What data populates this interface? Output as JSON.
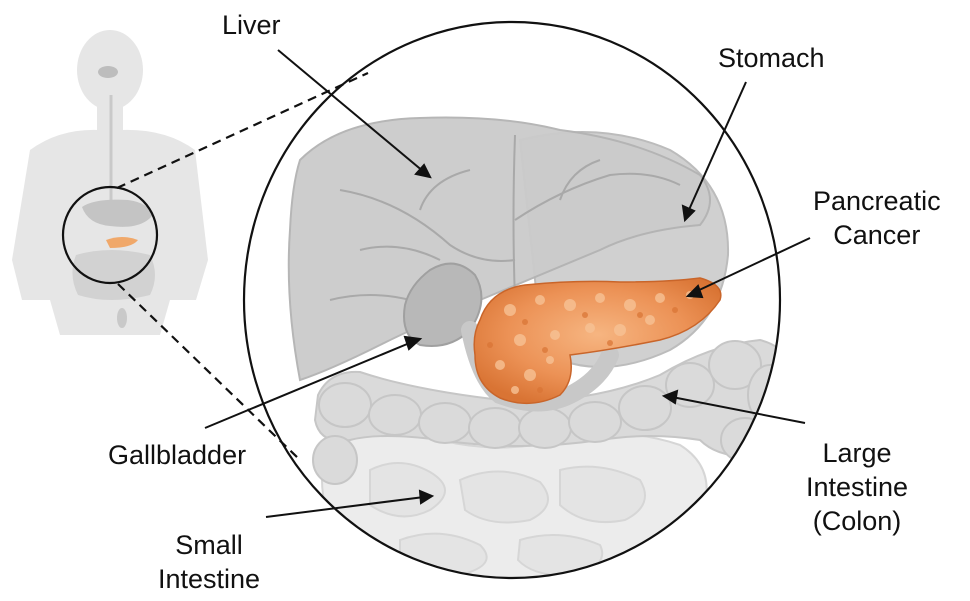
{
  "labels": {
    "liver": "Liver",
    "stomach": "Stomach",
    "pancreatic_cancer": [
      "Pancreatic",
      "Cancer"
    ],
    "gallbladder": "Gallbladder",
    "large_intestine": [
      "Large",
      "Intestine",
      "(Colon)"
    ],
    "small_intestine": [
      "Small",
      "Intestine"
    ]
  },
  "colors": {
    "organ_fill": "#d9d9d9",
    "organ_fill_dark": "#c4c4c4",
    "body_silhouette": "#e6e6e6",
    "pancreas": "#e98a4c",
    "pancreas_light": "#f4b07c",
    "line": "#111111"
  }
}
